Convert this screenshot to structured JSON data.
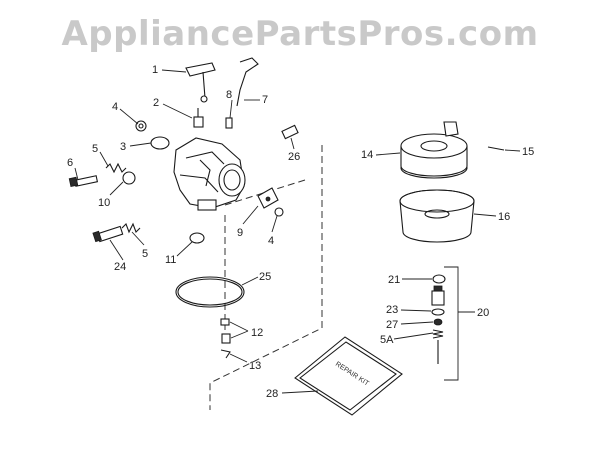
{
  "watermark": "AppliancePartsPros.com",
  "package_label": "REPAIR KIT",
  "callouts": [
    "1",
    "2",
    "3",
    "4",
    "5",
    "6",
    "7",
    "8",
    "9",
    "4",
    "5",
    "10",
    "11",
    "24",
    "25",
    "26",
    "12",
    "13",
    "14",
    "15",
    "16",
    "21",
    "20",
    "23",
    "27",
    "5A",
    "28"
  ]
}
